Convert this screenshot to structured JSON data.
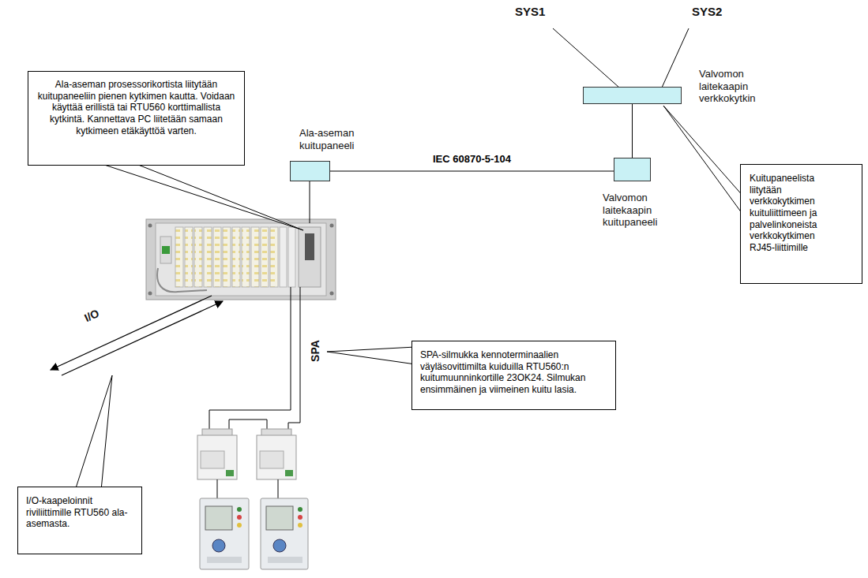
{
  "diagram": {
    "nodes": [
      {
        "text": [
          "Ala-aseman prosessorikortista liitytään kuitupaneeliin pienen kytkimen kautta. Voidaan käyttää erillistä tai RTU560 korttimallista kytkintä. Kannettava PC liitetään samaan kytkimeen etäkäyttöä varten."
        ]
      },
      {
        "text": [
          "Ala-aseman kuitupaneeli"
        ]
      },
      {
        "text": [
          "Valvomon laitekaapin kuitupaneeli"
        ]
      },
      {
        "text": [
          "Valvomon laitekaapin verkkokytkin"
        ]
      },
      {
        "text": [
          "Kuitupaneelista liitytään verkkokytkimen kuituliittimeen ja palvelinkoneista verkkokytkimen RJ45-liittimille"
        ]
      },
      {
        "text": [
          "SPA-silmukka kennoterminaalien väyläsovittimilta kuiduilla RTU560:n kuitumuunninkortille 23OK24. Silmukan ensimmäinen ja viimeinen kuitu lasia."
        ]
      },
      {
        "text": [
          "I/O-kaapeloinnit riviliittimille RTU560 ala-asemasta."
        ]
      }
    ],
    "edges": [
      {
        "from": 1,
        "to": 2,
        "arrow": "none",
        "label": "IEC 60870-5-104"
      },
      {
        "from": 2,
        "to": 3,
        "arrow": "none"
      }
    ],
    "labels": [
      "SYS1",
      "SYS2",
      "I/O",
      "SPA"
    ]
  }
}
